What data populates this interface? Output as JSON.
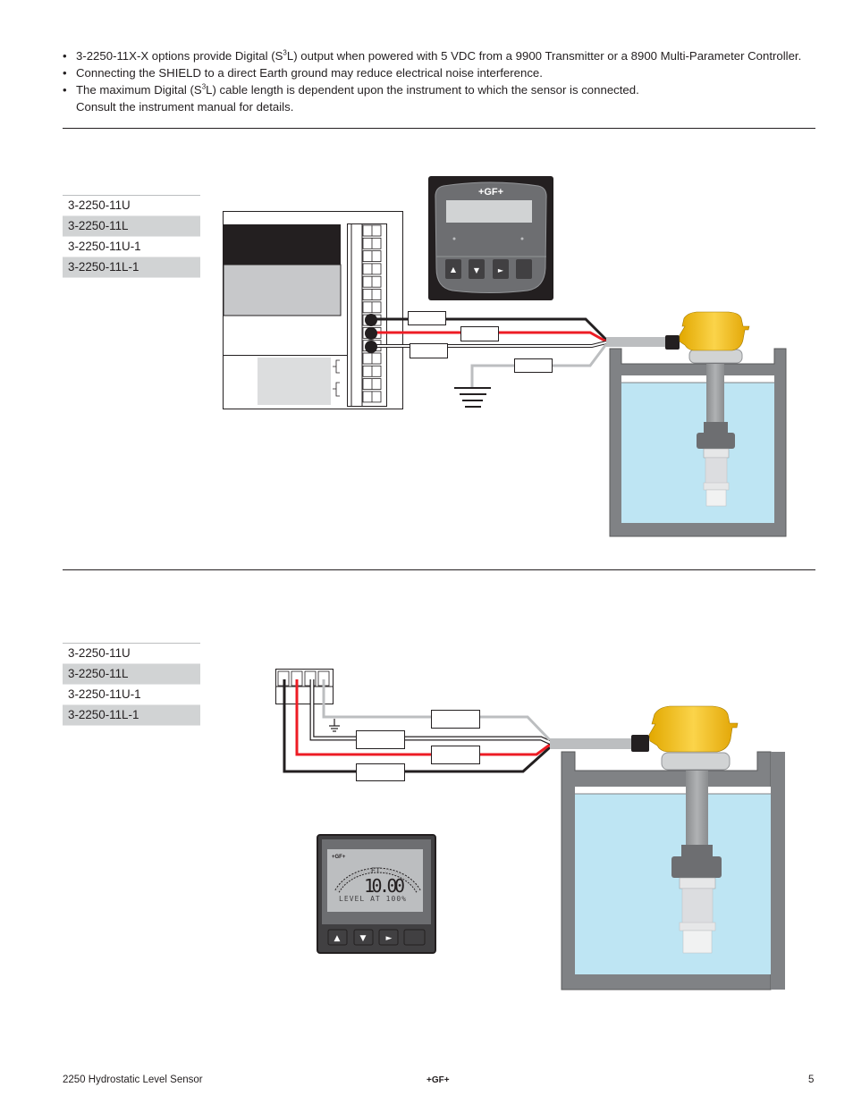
{
  "bullets": [
    {
      "pre": "3-2250-11X-X options provide Digital (S",
      "sup": "3",
      "post": "L) output when powered with 5 VDC from a 9900 Transmitter or a 8900 Multi-Parameter Controller."
    },
    {
      "text": "Connecting the SHIELD to a direct Earth ground may reduce electrical noise interference."
    },
    {
      "pre": "The maximum Digital (S",
      "sup": "3",
      "post": "L) cable length is dependent upon the instrument to which the sensor is connected.",
      "cont": "Consult the instrument manual for details."
    }
  ],
  "section1": {
    "parts": [
      "3-2250-11U",
      "3-2250-11L",
      "3-2250-11U-1",
      "3-2250-11L-1"
    ],
    "meter_logo": "+GF+"
  },
  "section2": {
    "parts": [
      "3-2250-11U",
      "3-2250-11L",
      "3-2250-11U-1",
      "3-2250-11L-1"
    ],
    "meter": {
      "logo": "+GF+",
      "unit": "FT",
      "value": "10.00",
      "status": "LEVEL AT 100%"
    }
  },
  "colors": {
    "wire_black": "#231f20",
    "wire_red": "#ed1c24",
    "wire_shield": "#bcbec0",
    "water": "#bee5f3",
    "tank": "#808285",
    "sensor": "#f5c518"
  },
  "footer": {
    "title": "2250 Hydrostatic Level Sensor",
    "logo": "+GF+",
    "page": "5"
  }
}
